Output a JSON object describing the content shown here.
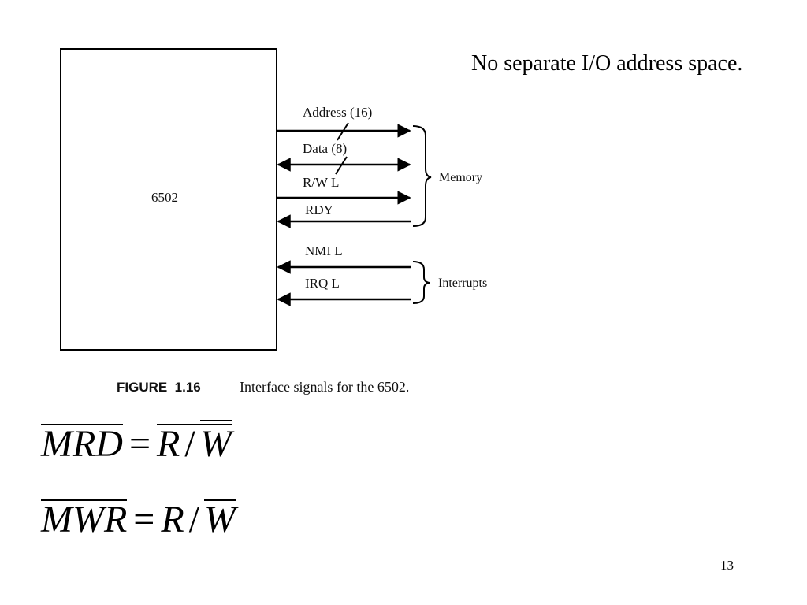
{
  "slide": {
    "note": "No separate I/O address space.",
    "page_number": "13"
  },
  "figure": {
    "chip_label": "6502",
    "signals": [
      {
        "label": "Address (16)",
        "direction": "out",
        "bus_slash": true
      },
      {
        "label": "Data (8)",
        "direction": "bidirectional",
        "bus_slash": true
      },
      {
        "label": "R/W L",
        "direction": "out",
        "bus_slash": false
      },
      {
        "label": "RDY",
        "direction": "in",
        "bus_slash": false
      },
      {
        "label": "NMI L",
        "direction": "in",
        "bus_slash": false
      },
      {
        "label": "IRQ L",
        "direction": "in",
        "bus_slash": false
      }
    ],
    "groups": [
      {
        "label": "Memory",
        "signals": [
          "Address (16)",
          "Data (8)",
          "R/W L",
          "RDY"
        ]
      },
      {
        "label": "Interrupts",
        "signals": [
          "NMI L",
          "IRQ L"
        ]
      }
    ],
    "caption_number": "FIGURE  1.16",
    "caption_text": "Interface signals for the 6502."
  },
  "equations": [
    {
      "lhs": "MRD",
      "lhs_overline": true,
      "op": "=",
      "rhs_r": "R",
      "slash": "/",
      "rhs_w": "W",
      "rhs_overline": true,
      "w_overline": "double"
    },
    {
      "lhs": "MWR",
      "lhs_overline": true,
      "op": "=",
      "rhs_r": "R",
      "slash": "/",
      "rhs_w": "W",
      "rhs_overline": false,
      "w_overline": "single"
    }
  ]
}
